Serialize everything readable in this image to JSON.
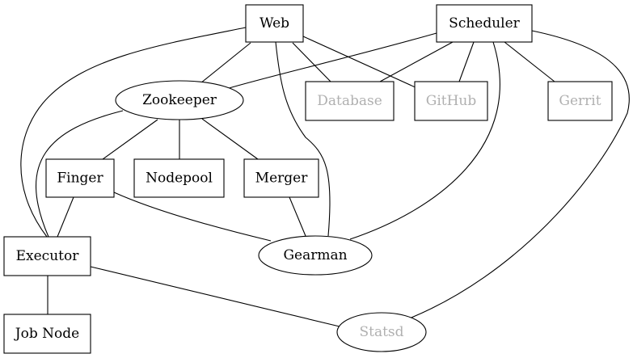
{
  "colors": {
    "stroke": "#000000",
    "text": "#000000",
    "muted_text": "#b0b0b0",
    "background": "#ffffff"
  },
  "nodes": [
    {
      "id": "web",
      "label": "Web",
      "shape": "box",
      "muted": false
    },
    {
      "id": "scheduler",
      "label": "Scheduler",
      "shape": "box",
      "muted": false
    },
    {
      "id": "zookeeper",
      "label": "Zookeeper",
      "shape": "ellipse",
      "muted": false
    },
    {
      "id": "database",
      "label": "Database",
      "shape": "box",
      "muted": true
    },
    {
      "id": "github",
      "label": "GitHub",
      "shape": "box",
      "muted": true
    },
    {
      "id": "gerrit",
      "label": "Gerrit",
      "shape": "box",
      "muted": true
    },
    {
      "id": "finger",
      "label": "Finger",
      "shape": "box",
      "muted": false
    },
    {
      "id": "nodepool",
      "label": "Nodepool",
      "shape": "box",
      "muted": false
    },
    {
      "id": "merger",
      "label": "Merger",
      "shape": "box",
      "muted": false
    },
    {
      "id": "executor",
      "label": "Executor",
      "shape": "box",
      "muted": false
    },
    {
      "id": "gearman",
      "label": "Gearman",
      "shape": "ellipse",
      "muted": false
    },
    {
      "id": "jobnode",
      "label": "Job Node",
      "shape": "box",
      "muted": false
    },
    {
      "id": "statsd",
      "label": "Statsd",
      "shape": "ellipse",
      "muted": true
    }
  ],
  "edges": [
    {
      "from": "web",
      "to": "zookeeper"
    },
    {
      "from": "web",
      "to": "database"
    },
    {
      "from": "web",
      "to": "github"
    },
    {
      "from": "web",
      "to": "gearman"
    },
    {
      "from": "web",
      "to": "executor"
    },
    {
      "from": "scheduler",
      "to": "zookeeper"
    },
    {
      "from": "scheduler",
      "to": "database"
    },
    {
      "from": "scheduler",
      "to": "github"
    },
    {
      "from": "scheduler",
      "to": "gerrit"
    },
    {
      "from": "scheduler",
      "to": "gearman"
    },
    {
      "from": "scheduler",
      "to": "statsd"
    },
    {
      "from": "zookeeper",
      "to": "finger"
    },
    {
      "from": "zookeeper",
      "to": "nodepool"
    },
    {
      "from": "zookeeper",
      "to": "merger"
    },
    {
      "from": "zookeeper",
      "to": "executor"
    },
    {
      "from": "finger",
      "to": "executor"
    },
    {
      "from": "finger",
      "to": "gearman"
    },
    {
      "from": "merger",
      "to": "gearman"
    },
    {
      "from": "executor",
      "to": "jobnode"
    },
    {
      "from": "executor",
      "to": "statsd"
    }
  ]
}
